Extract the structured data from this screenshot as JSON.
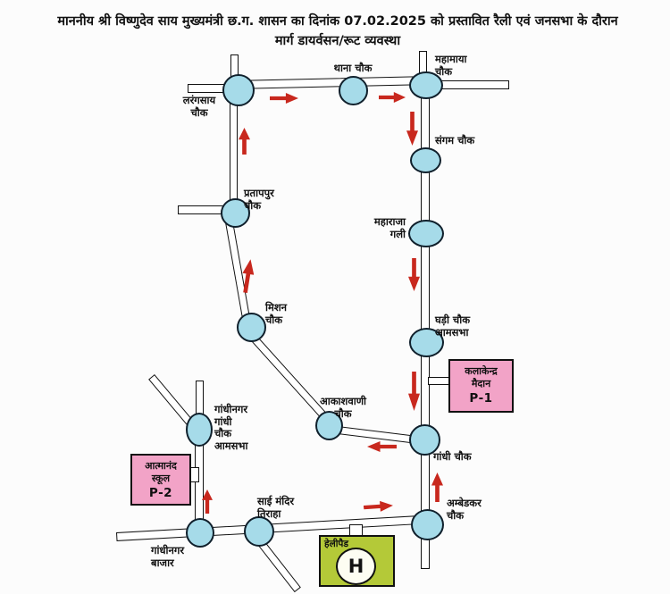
{
  "title": {
    "line1": "माननीय श्री विष्णुदेव साय मुख्यमंत्री छ.ग. शासन का दिनांक 07.02.2025 को प्रस्तावित रैली एवं जनसभा के दौरान",
    "line2": "मार्ग डायर्वसन/रूट व्यवस्था"
  },
  "map": {
    "nodes": [
      {
        "id": "larangsai-chowk",
        "label": "लरंगसाय\nचौक"
      },
      {
        "id": "thana-chowk",
        "label": "थाना चौक"
      },
      {
        "id": "mahamaya-chowk",
        "label": "महामाया\nचौक"
      },
      {
        "id": "sangam-chowk",
        "label": "संगम चौक"
      },
      {
        "id": "maharaja-gali",
        "label": "महाराजा\nगली"
      },
      {
        "id": "ghadi-chowk-aamsabha",
        "label": "घड़ी चौक\nआमसभा"
      },
      {
        "id": "gandhi-chowk",
        "label": "गांधी चौक"
      },
      {
        "id": "ambedkar-chowk",
        "label": "अम्बेडकर\nचौक"
      },
      {
        "id": "pratappur-chowk",
        "label": "प्रतापपुर\nचौक"
      },
      {
        "id": "mission-chowk",
        "label": "मिशन\nचौक"
      },
      {
        "id": "akashvani-chowk",
        "label": "आकाशवाणी\nचौक"
      },
      {
        "id": "gandhinagar-gandhi-chowk-aamsabha",
        "label": "गांधीनगर\nगांधी\nचौक\nआमसभा"
      },
      {
        "id": "gandhinagar-bazar",
        "label": "गांधीनगर\nबाजार"
      },
      {
        "id": "sai-mandir-tiraha",
        "label": "साई मंदिर\nतिराहा"
      }
    ],
    "parking_p1": {
      "line1": "कलाकेन्द्र",
      "line2": "मैदान",
      "code": "P-1"
    },
    "parking_p2": {
      "line1": "आत्मानंद",
      "line2": "स्कूल",
      "code": "P-2"
    },
    "helipad": {
      "label": "हेलीपैड",
      "symbol": "H"
    },
    "colors": {
      "junction_fill": "#a6dbe9",
      "parking_fill": "#f2a3c7",
      "helipad_fill": "#b4c938",
      "arrow": "#c8281e"
    }
  }
}
